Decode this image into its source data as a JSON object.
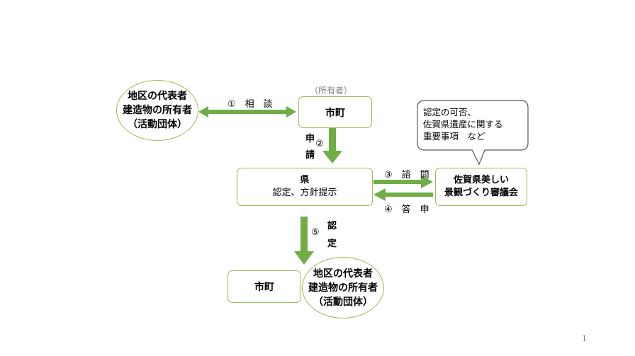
{
  "owner_left": {
    "lines": [
      "地区の代表者",
      "建造物の所有者",
      "（活動団体）"
    ]
  },
  "owner_bottom": {
    "lines": [
      "地区の代表者",
      "建造物の所有者",
      "（活動団体）"
    ]
  },
  "city_top": {
    "caption": "（所有者）",
    "label": "市町"
  },
  "city_bottom": {
    "label": "市町"
  },
  "prefecture": {
    "title": "県",
    "subtitle": "認定、方針提示"
  },
  "council": {
    "lines": [
      "佐賀県美しい",
      "景観づくり審議会"
    ]
  },
  "callout": {
    "lines": [
      "認定の可否、",
      "佐賀県遺産に関する",
      "重要事項　など"
    ]
  },
  "steps": {
    "consult": "①　相　談",
    "apply_num": "②",
    "apply_chars": [
      "申",
      "請"
    ],
    "inquiry": "③　諮　問",
    "report": "④　答　申",
    "certify_num": "⑤",
    "certify_chars": [
      "認",
      "定"
    ]
  },
  "page_number": "1",
  "colors": {
    "arrow": "#70ad47",
    "border": "#9bbb59",
    "callout_border": "#595959"
  }
}
